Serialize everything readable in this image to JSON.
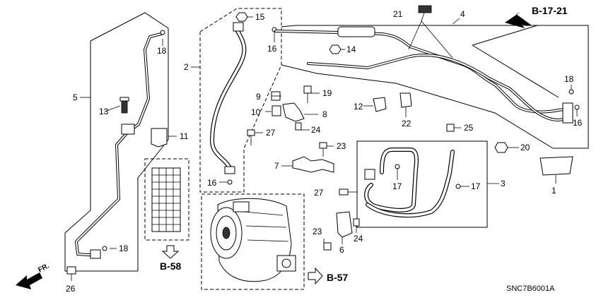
{
  "callouts": {
    "p1": "1",
    "p2": "2",
    "p3": "3",
    "p4": "4",
    "p5": "5",
    "p6": "6",
    "p7": "7",
    "p8": "8",
    "p9": "9",
    "p10": "10",
    "p11": "11",
    "p12": "12",
    "p13": "13",
    "p14": "14",
    "p15": "15",
    "p16a": "16",
    "p16b": "16",
    "p16c": "16",
    "p17a": "17",
    "p17b": "17",
    "p18a": "18",
    "p18b": "18",
    "p18c": "18",
    "p19": "19",
    "p20": "20",
    "p21": "21",
    "p22": "22",
    "p23a": "23",
    "p23b": "23",
    "p24a": "24",
    "p24b": "24",
    "p25": "25",
    "p26": "26",
    "p27a": "27",
    "p27b": "27"
  },
  "references": {
    "b1721": "B-17-21",
    "b58": "B-58",
    "b57": "B-57"
  },
  "direction_label": "FR.",
  "diagram_code": "SNC7B6001A"
}
